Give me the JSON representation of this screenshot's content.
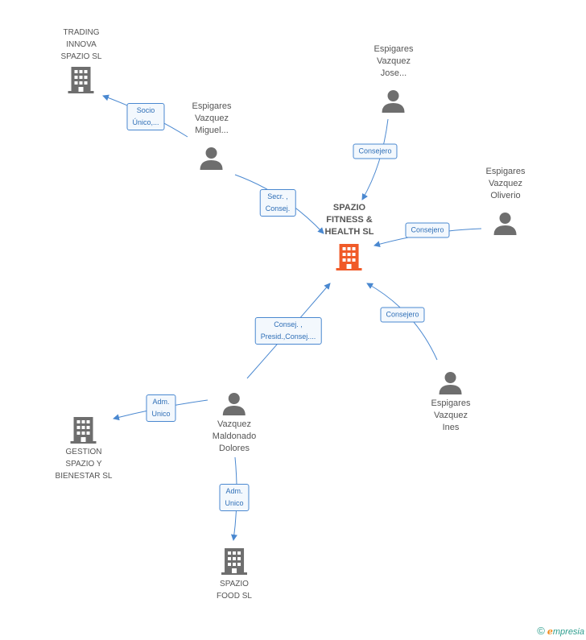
{
  "colors": {
    "edge": "#4a88d0",
    "person": "#6e6e6e",
    "company": "#6e6e6e",
    "focus": "#f05a28"
  },
  "nodes": {
    "focus": {
      "label": "SPAZIO\nFITNESS &\nHEALTH SL",
      "icon": "building-icon"
    },
    "trading": {
      "label": "TRADING\nINNOVA\nSPAZIO SL",
      "icon": "building-icon"
    },
    "gestion": {
      "label": "GESTION\nSPAZIO Y\nBIENESTAR SL",
      "icon": "building-icon"
    },
    "food": {
      "label": "SPAZIO\nFOOD SL",
      "icon": "building-icon"
    },
    "jose": {
      "label": "Espigares\nVazquez\nJose...",
      "icon": "person-icon"
    },
    "miguel": {
      "label": "Espigares\nVazquez\nMiguel...",
      "icon": "person-icon"
    },
    "oliverio": {
      "label": "Espigares\nVazquez\nOliverio",
      "icon": "person-icon"
    },
    "ines": {
      "label": "Espigares\nVazquez\nInes",
      "icon": "person-icon"
    },
    "dolores": {
      "label": "Vazquez\nMaldonado\nDolores",
      "icon": "person-icon"
    }
  },
  "edges": {
    "miguel_trading": "Socio\nÚnico,...",
    "miguel_focus": "Secr. ,\nConsej.",
    "jose_focus": "Consejero",
    "oliverio_focus": "Consejero",
    "ines_focus": "Consejero",
    "dolores_focus": "Consej. ,\nPresid.,Consej....",
    "dolores_gestion": "Adm.\nUnico",
    "dolores_food": "Adm.\nUnico"
  },
  "footer": {
    "copyright": "©",
    "brand_initial": "e",
    "brand_rest": "mpresia"
  }
}
